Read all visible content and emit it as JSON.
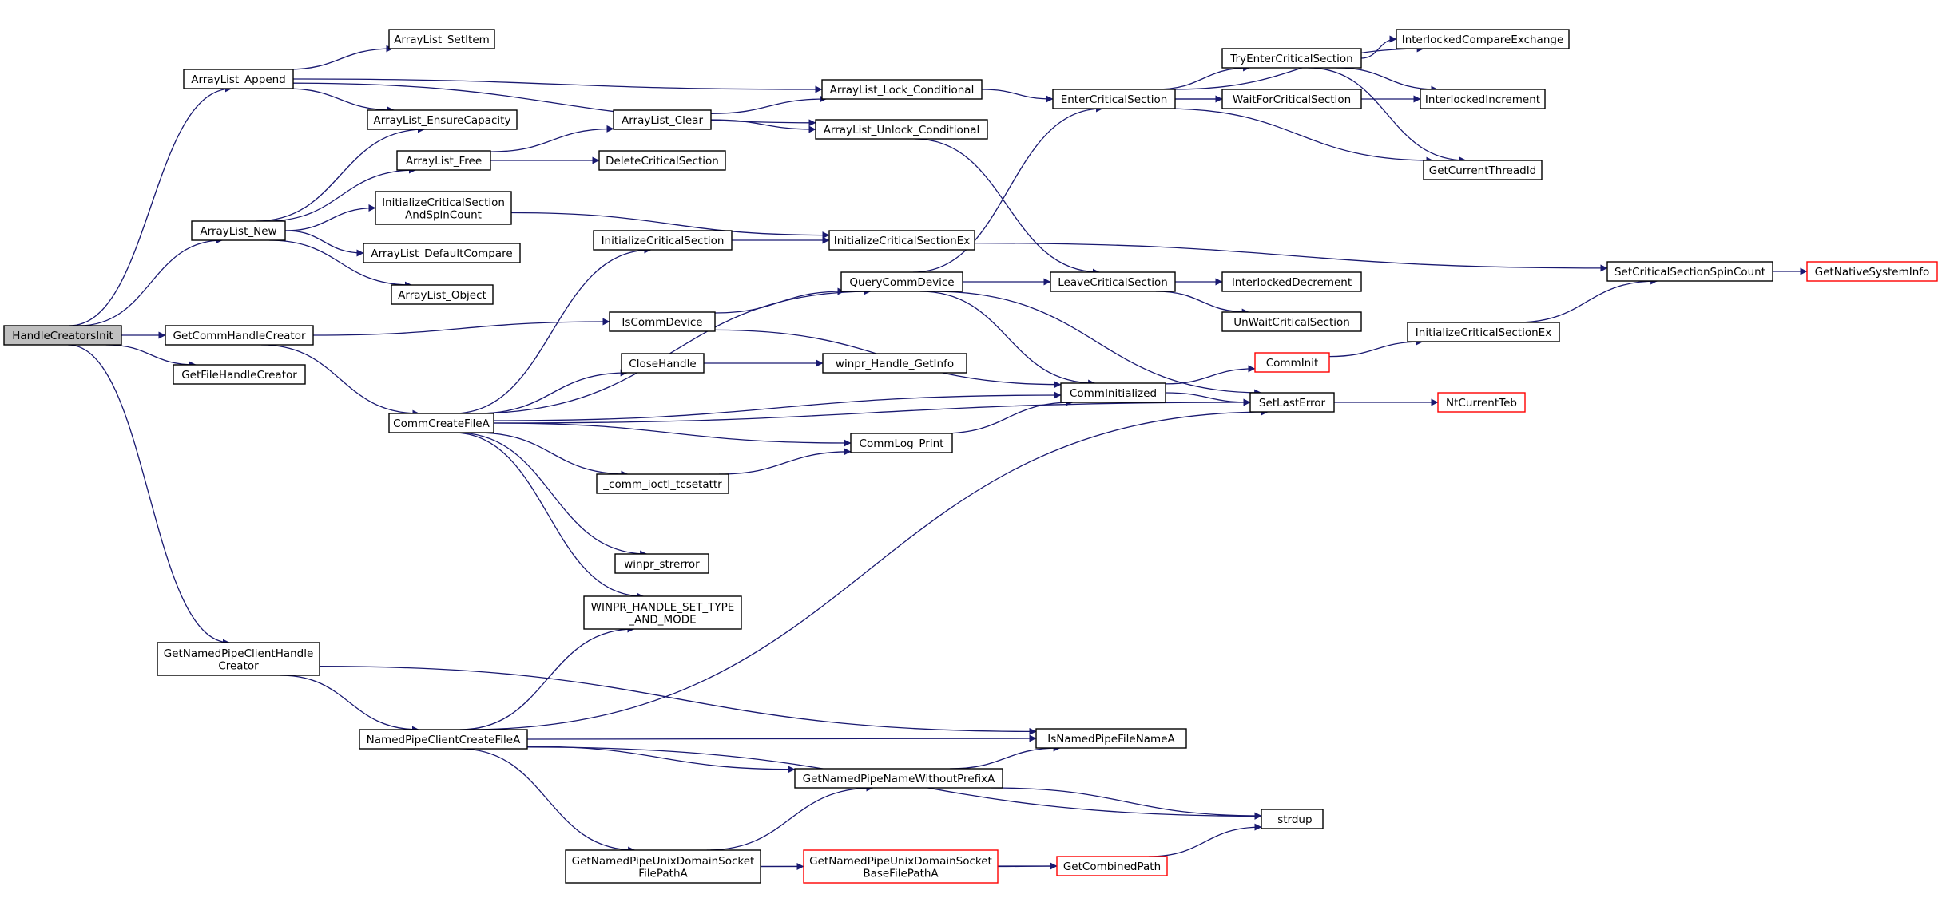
{
  "diagram": {
    "nodes": [
      {
        "id": "HandleCreatorsInit",
        "lines": [
          "HandleCreatorsInit"
        ],
        "style": "root"
      },
      {
        "id": "ArrayList_Append",
        "lines": [
          "ArrayList_Append"
        ]
      },
      {
        "id": "ArrayList_New",
        "lines": [
          "ArrayList_New"
        ]
      },
      {
        "id": "GetCommHandleCreator",
        "lines": [
          "GetCommHandleCreator"
        ]
      },
      {
        "id": "GetFileHandleCreator",
        "lines": [
          "GetFileHandleCreator"
        ]
      },
      {
        "id": "GetNamedPipeClientHandleCreator",
        "lines": [
          "GetNamedPipeClientHandle",
          "Creator"
        ]
      },
      {
        "id": "ArrayList_SetItem",
        "lines": [
          "ArrayList_SetItem"
        ]
      },
      {
        "id": "ArrayList_EnsureCapacity",
        "lines": [
          "ArrayList_EnsureCapacity"
        ]
      },
      {
        "id": "ArrayList_Free",
        "lines": [
          "ArrayList_Free"
        ]
      },
      {
        "id": "InitializeCriticalSectionAndSpinCount",
        "lines": [
          "InitializeCriticalSection",
          "AndSpinCount"
        ]
      },
      {
        "id": "ArrayList_DefaultCompare",
        "lines": [
          "ArrayList_DefaultCompare"
        ]
      },
      {
        "id": "ArrayList_Object",
        "lines": [
          "ArrayList_Object"
        ]
      },
      {
        "id": "CommCreateFileA",
        "lines": [
          "CommCreateFileA"
        ]
      },
      {
        "id": "NamedPipeClientCreateFileA",
        "lines": [
          "NamedPipeClientCreateFileA"
        ]
      },
      {
        "id": "ArrayList_Clear",
        "lines": [
          "ArrayList_Clear"
        ]
      },
      {
        "id": "DeleteCriticalSection",
        "lines": [
          "DeleteCriticalSection"
        ]
      },
      {
        "id": "InitializeCriticalSection",
        "lines": [
          "InitializeCriticalSection"
        ]
      },
      {
        "id": "IsCommDevice",
        "lines": [
          "IsCommDevice"
        ]
      },
      {
        "id": "CloseHandle",
        "lines": [
          "CloseHandle"
        ]
      },
      {
        "id": "_comm_ioctl_tcsetattr",
        "lines": [
          "_comm_ioctl_tcsetattr"
        ]
      },
      {
        "id": "winpr_strerror",
        "lines": [
          "winpr_strerror"
        ]
      },
      {
        "id": "WINPR_HANDLE_SET_TYPE_AND_MODE",
        "lines": [
          "WINPR_HANDLE_SET_TYPE",
          "_AND_MODE"
        ]
      },
      {
        "id": "GetNamedPipeUnixDomainSocketFilePathA",
        "lines": [
          "GetNamedPipeUnixDomainSocket",
          "FilePathA"
        ]
      },
      {
        "id": "ArrayList_Lock_Conditional",
        "lines": [
          "ArrayList_Lock_Conditional"
        ]
      },
      {
        "id": "ArrayList_Unlock_Conditional",
        "lines": [
          "ArrayList_Unlock_Conditional"
        ]
      },
      {
        "id": "InitializeCriticalSectionEx",
        "lines": [
          "InitializeCriticalSectionEx"
        ]
      },
      {
        "id": "QueryCommDevice",
        "lines": [
          "QueryCommDevice"
        ]
      },
      {
        "id": "winpr_Handle_GetInfo",
        "lines": [
          "winpr_Handle_GetInfo"
        ]
      },
      {
        "id": "CommLog_Print",
        "lines": [
          "CommLog_Print"
        ]
      },
      {
        "id": "GetNamedPipeNameWithoutPrefixA",
        "lines": [
          "GetNamedPipeNameWithoutPrefixA"
        ]
      },
      {
        "id": "GetNamedPipeUnixDomainSocketBaseFilePathA",
        "lines": [
          "GetNamedPipeUnixDomainSocket",
          "BaseFilePathA"
        ],
        "style": "red"
      },
      {
        "id": "EnterCriticalSection",
        "lines": [
          "EnterCriticalSection"
        ]
      },
      {
        "id": "LeaveCriticalSection",
        "lines": [
          "LeaveCriticalSection"
        ]
      },
      {
        "id": "CommInitialized",
        "lines": [
          "CommInitialized"
        ]
      },
      {
        "id": "IsNamedPipeFileNameA",
        "lines": [
          "IsNamedPipeFileNameA"
        ]
      },
      {
        "id": "GetCombinedPath",
        "lines": [
          "GetCombinedPath"
        ],
        "style": "red"
      },
      {
        "id": "TryEnterCriticalSection",
        "lines": [
          "TryEnterCriticalSection"
        ]
      },
      {
        "id": "WaitForCriticalSection",
        "lines": [
          "WaitForCriticalSection"
        ]
      },
      {
        "id": "InterlockedDecrement",
        "lines": [
          "InterlockedDecrement"
        ]
      },
      {
        "id": "UnWaitCriticalSection",
        "lines": [
          "UnWaitCriticalSection"
        ]
      },
      {
        "id": "CommInit",
        "lines": [
          "CommInit"
        ],
        "style": "red"
      },
      {
        "id": "SetLastError",
        "lines": [
          "SetLastError"
        ]
      },
      {
        "id": "_strdup",
        "lines": [
          "_strdup"
        ]
      },
      {
        "id": "InterlockedCompareExchange",
        "lines": [
          "InterlockedCompareExchange"
        ]
      },
      {
        "id": "InterlockedIncrement",
        "lines": [
          "InterlockedIncrement"
        ]
      },
      {
        "id": "GetCurrentThreadId",
        "lines": [
          "GetCurrentThreadId"
        ]
      },
      {
        "id": "InitializeCriticalSectionEx2",
        "lines": [
          "InitializeCriticalSectionEx"
        ]
      },
      {
        "id": "NtCurrentTeb",
        "lines": [
          "NtCurrentTeb"
        ],
        "style": "red"
      },
      {
        "id": "SetCriticalSectionSpinCount",
        "lines": [
          "SetCriticalSectionSpinCount"
        ]
      },
      {
        "id": "GetNativeSystemInfo",
        "lines": [
          "GetNativeSystemInfo"
        ],
        "style": "red"
      }
    ],
    "edges": [
      [
        "HandleCreatorsInit",
        "ArrayList_Append"
      ],
      [
        "HandleCreatorsInit",
        "ArrayList_New"
      ],
      [
        "HandleCreatorsInit",
        "GetCommHandleCreator"
      ],
      [
        "HandleCreatorsInit",
        "GetFileHandleCreator"
      ],
      [
        "HandleCreatorsInit",
        "GetNamedPipeClientHandleCreator"
      ],
      [
        "ArrayList_Append",
        "ArrayList_SetItem"
      ],
      [
        "ArrayList_Append",
        "ArrayList_EnsureCapacity"
      ],
      [
        "ArrayList_Append",
        "ArrayList_Lock_Conditional"
      ],
      [
        "ArrayList_Append",
        "ArrayList_Unlock_Conditional"
      ],
      [
        "ArrayList_New",
        "ArrayList_EnsureCapacity"
      ],
      [
        "ArrayList_New",
        "ArrayList_Free"
      ],
      [
        "ArrayList_New",
        "InitializeCriticalSectionAndSpinCount"
      ],
      [
        "ArrayList_New",
        "ArrayList_DefaultCompare"
      ],
      [
        "ArrayList_New",
        "ArrayList_Object"
      ],
      [
        "ArrayList_Free",
        "ArrayList_Clear"
      ],
      [
        "ArrayList_Free",
        "DeleteCriticalSection"
      ],
      [
        "ArrayList_Clear",
        "ArrayList_Lock_Conditional"
      ],
      [
        "ArrayList_Clear",
        "ArrayList_Unlock_Conditional"
      ],
      [
        "InitializeCriticalSectionAndSpinCount",
        "InitializeCriticalSectionEx"
      ],
      [
        "ArrayList_Lock_Conditional",
        "EnterCriticalSection"
      ],
      [
        "ArrayList_Unlock_Conditional",
        "LeaveCriticalSection"
      ],
      [
        "EnterCriticalSection",
        "TryEnterCriticalSection"
      ],
      [
        "EnterCriticalSection",
        "InterlockedCompareExchange"
      ],
      [
        "EnterCriticalSection",
        "WaitForCriticalSection"
      ],
      [
        "EnterCriticalSection",
        "InterlockedIncrement"
      ],
      [
        "EnterCriticalSection",
        "GetCurrentThreadId"
      ],
      [
        "TryEnterCriticalSection",
        "InterlockedCompareExchange"
      ],
      [
        "TryEnterCriticalSection",
        "InterlockedIncrement"
      ],
      [
        "TryEnterCriticalSection",
        "GetCurrentThreadId"
      ],
      [
        "GetCommHandleCreator",
        "IsCommDevice"
      ],
      [
        "GetCommHandleCreator",
        "CommCreateFileA"
      ],
      [
        "InitializeCriticalSection",
        "InitializeCriticalSectionEx"
      ],
      [
        "InitializeCriticalSectionEx",
        "SetCriticalSectionSpinCount"
      ],
      [
        "SetCriticalSectionSpinCount",
        "GetNativeSystemInfo"
      ],
      [
        "IsCommDevice",
        "QueryCommDevice"
      ],
      [
        "IsCommDevice",
        "CommInitialized"
      ],
      [
        "QueryCommDevice",
        "EnterCriticalSection"
      ],
      [
        "QueryCommDevice",
        "LeaveCriticalSection"
      ],
      [
        "QueryCommDevice",
        "CommInitialized"
      ],
      [
        "QueryCommDevice",
        "SetLastError"
      ],
      [
        "LeaveCriticalSection",
        "InterlockedDecrement"
      ],
      [
        "LeaveCriticalSection",
        "UnWaitCriticalSection"
      ],
      [
        "CommCreateFileA",
        "InitializeCriticalSection"
      ],
      [
        "CommCreateFileA",
        "QueryCommDevice"
      ],
      [
        "CommCreateFileA",
        "CloseHandle"
      ],
      [
        "CommCreateFileA",
        "CommInitialized"
      ],
      [
        "CommCreateFileA",
        "CommLog_Print"
      ],
      [
        "CommCreateFileA",
        "_comm_ioctl_tcsetattr"
      ],
      [
        "CommCreateFileA",
        "SetLastError"
      ],
      [
        "CommCreateFileA",
        "winpr_strerror"
      ],
      [
        "CommCreateFileA",
        "WINPR_HANDLE_SET_TYPE_AND_MODE"
      ],
      [
        "CloseHandle",
        "winpr_Handle_GetInfo"
      ],
      [
        "_comm_ioctl_tcsetattr",
        "CommLog_Print"
      ],
      [
        "CommLog_Print",
        "CommInitialized"
      ],
      [
        "CommInitialized",
        "CommInit"
      ],
      [
        "CommInitialized",
        "SetLastError"
      ],
      [
        "CommInit",
        "InitializeCriticalSectionEx2"
      ],
      [
        "InitializeCriticalSectionEx2",
        "SetCriticalSectionSpinCount"
      ],
      [
        "SetLastError",
        "NtCurrentTeb"
      ],
      [
        "GetNamedPipeClientHandleCreator",
        "NamedPipeClientCreateFileA"
      ],
      [
        "GetNamedPipeClientHandleCreator",
        "IsNamedPipeFileNameA"
      ],
      [
        "NamedPipeClientCreateFileA",
        "WINPR_HANDLE_SET_TYPE_AND_MODE"
      ],
      [
        "NamedPipeClientCreateFileA",
        "SetLastError"
      ],
      [
        "NamedPipeClientCreateFileA",
        "IsNamedPipeFileNameA"
      ],
      [
        "NamedPipeClientCreateFileA",
        "GetNamedPipeNameWithoutPrefixA"
      ],
      [
        "NamedPipeClientCreateFileA",
        "_strdup"
      ],
      [
        "NamedPipeClientCreateFileA",
        "GetNamedPipeUnixDomainSocketFilePathA"
      ],
      [
        "GetNamedPipeNameWithoutPrefixA",
        "IsNamedPipeFileNameA"
      ],
      [
        "GetNamedPipeNameWithoutPrefixA",
        "_strdup"
      ],
      [
        "GetNamedPipeUnixDomainSocketFilePathA",
        "GetNamedPipeNameWithoutPrefixA"
      ],
      [
        "GetNamedPipeUnixDomainSocketFilePathA",
        "GetNamedPipeUnixDomainSocketBaseFilePathA"
      ],
      [
        "GetNamedPipeUnixDomainSocketFilePathA",
        "GetCombinedPath"
      ],
      [
        "GetNamedPipeUnixDomainSocketBaseFilePathA",
        "GetCombinedPath"
      ],
      [
        "GetCombinedPath",
        "_strdup"
      ]
    ],
    "colors": {
      "edge": "#191970",
      "root_fill": "#bfbfbf",
      "node_border": "#000000",
      "external_border": "#ff0000"
    }
  }
}
